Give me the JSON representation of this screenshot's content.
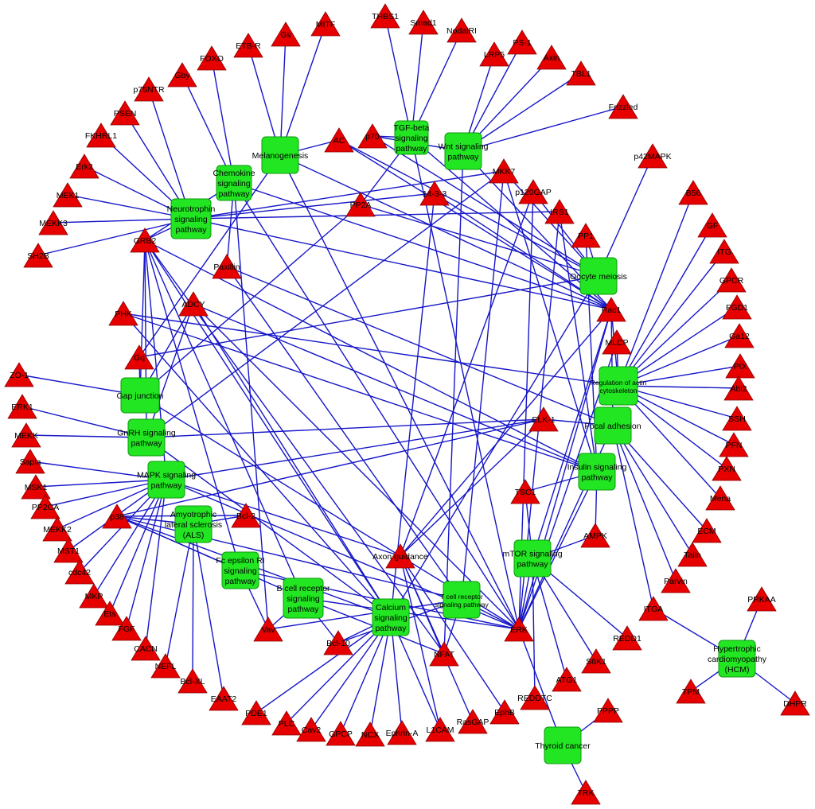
{
  "colors": {
    "gene": "#e60000",
    "pathway": "#22e622",
    "edge": "#1616c8"
  },
  "pathways": [
    {
      "id": "melanogenesis",
      "lines": [
        "Melanogenesis"
      ]
    },
    {
      "id": "tgfbeta",
      "lines": [
        "TGF-beta",
        "signaling",
        "pathway"
      ]
    },
    {
      "id": "wnt",
      "lines": [
        "Wnt signaling",
        "pathway"
      ]
    },
    {
      "id": "chemokine",
      "lines": [
        "Chemokine",
        "signaling",
        "pathway"
      ]
    },
    {
      "id": "neurotrophin",
      "lines": [
        "Neurotrophin",
        "signaling",
        "pathway"
      ]
    },
    {
      "id": "oocyte",
      "lines": [
        "Oocyte meiosis"
      ]
    },
    {
      "id": "actin",
      "lines": [
        "Regulation of actin",
        "cytoskeleton"
      ],
      "small": true
    },
    {
      "id": "focal",
      "lines": [
        "Focal adhesion"
      ]
    },
    {
      "id": "insulin",
      "lines": [
        "Insulin signaling",
        "pathway"
      ]
    },
    {
      "id": "gap",
      "lines": [
        "Gap junction"
      ]
    },
    {
      "id": "gnrh",
      "lines": [
        "GnRH signaling",
        "pathway"
      ]
    },
    {
      "id": "mapk",
      "lines": [
        "MAPK signaling",
        "pathway"
      ]
    },
    {
      "id": "als",
      "lines": [
        "Amyotrophic",
        "lateral sclerosis",
        "(ALS)"
      ]
    },
    {
      "id": "fceri",
      "lines": [
        "Fc epsilon RI",
        "signaling",
        "pathway"
      ]
    },
    {
      "id": "bcell",
      "lines": [
        "B cell receptor",
        "signaling",
        "pathway"
      ]
    },
    {
      "id": "calcium",
      "lines": [
        "Calcium",
        "signaling",
        "pathway"
      ]
    },
    {
      "id": "tcell",
      "lines": [
        "T cell receptor",
        "signaling pathway"
      ],
      "small": true
    },
    {
      "id": "mtor",
      "lines": [
        "mTOR signaling",
        "pathway"
      ]
    },
    {
      "id": "thyroid",
      "lines": [
        "Thyroid cancer"
      ]
    },
    {
      "id": "hcm",
      "lines": [
        "Hypertrophic",
        "cardiomyopathy",
        "(HCM)"
      ]
    }
  ],
  "genes": [
    "THBS1",
    "Smad1",
    "NodalRI",
    "LRP5",
    "PS-1",
    "Axin",
    "TBL1",
    "Frizzled",
    "MITF",
    "Gs",
    "ETB-R",
    "FOXO",
    "Gby",
    "p75NTR",
    "PSEN",
    "FKHRL1",
    "Erk2",
    "MEK1",
    "MEKK3",
    "SH2B",
    "AC",
    "p70",
    "MKK7",
    "14-3-3",
    "PP2A",
    "p120GAP",
    "IRS1",
    "PP1",
    "p42MAPK",
    "B56",
    "GRB2",
    "Paxillin",
    "ADCY",
    "PHK",
    "Gq",
    "GF",
    "ITG",
    "GPCR",
    "FGD1",
    "Ga12",
    "PIX",
    "Abi2",
    "SSH",
    "PFN",
    "PXN",
    "Mena",
    "ECM",
    "Talin",
    "Parvin",
    "ITGA",
    "Rac1",
    "MLCP",
    "ELK-1",
    "TSC1",
    "AMPK",
    "ZO-1",
    "ERK1",
    "MEKK",
    "Sapla",
    "MSK1",
    "PP2CA",
    "MEKK2",
    "MST1",
    "cdc42",
    "MKP",
    "Ets",
    "FGF",
    "CACN",
    "NEFL",
    "Bcl-XL",
    "EAAT2",
    "p38",
    "Bcl-2",
    "Vav",
    "Axon guidance",
    "Bcl-10",
    "NFAT",
    "ERK",
    "PDE1",
    "PLC",
    "Cav2",
    "GPCP",
    "NCX",
    "Ephrin-A",
    "L1CAM",
    "RasGAP",
    "EphB",
    "REDD1",
    "S6K1",
    "ATG1",
    "REDDTC",
    "PPPP",
    "TRK",
    "PRKAA",
    "TPM",
    "DHPR"
  ]
}
